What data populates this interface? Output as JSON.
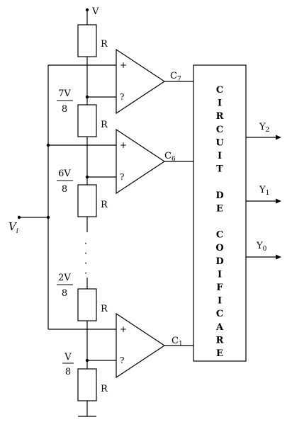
{
  "supply_label": "V",
  "input_label": {
    "main": "V",
    "sub": "i"
  },
  "resistor_label": "R",
  "fractions": [
    {
      "num": "7V",
      "den": "8"
    },
    {
      "num": "6V",
      "den": "8"
    },
    {
      "num": "2V",
      "den": "8"
    },
    {
      "num": "V",
      "den": "8"
    }
  ],
  "ellipsis": "·\n·\n·\n·",
  "comparators": [
    {
      "plus": "+",
      "minus": "?",
      "out": "C",
      "out_sub": "7"
    },
    {
      "plus": "+",
      "minus": "?",
      "out": "C",
      "out_sub": "6"
    },
    {
      "plus": "+",
      "minus": "?",
      "out": "C",
      "out_sub": "1"
    }
  ],
  "block_text_lines": [
    "CIRCUIT",
    "DE",
    "CODIFICARE"
  ],
  "outputs": [
    {
      "name": "Y",
      "sub": "2"
    },
    {
      "name": "Y",
      "sub": "1"
    },
    {
      "name": "Y",
      "sub": "0"
    }
  ]
}
